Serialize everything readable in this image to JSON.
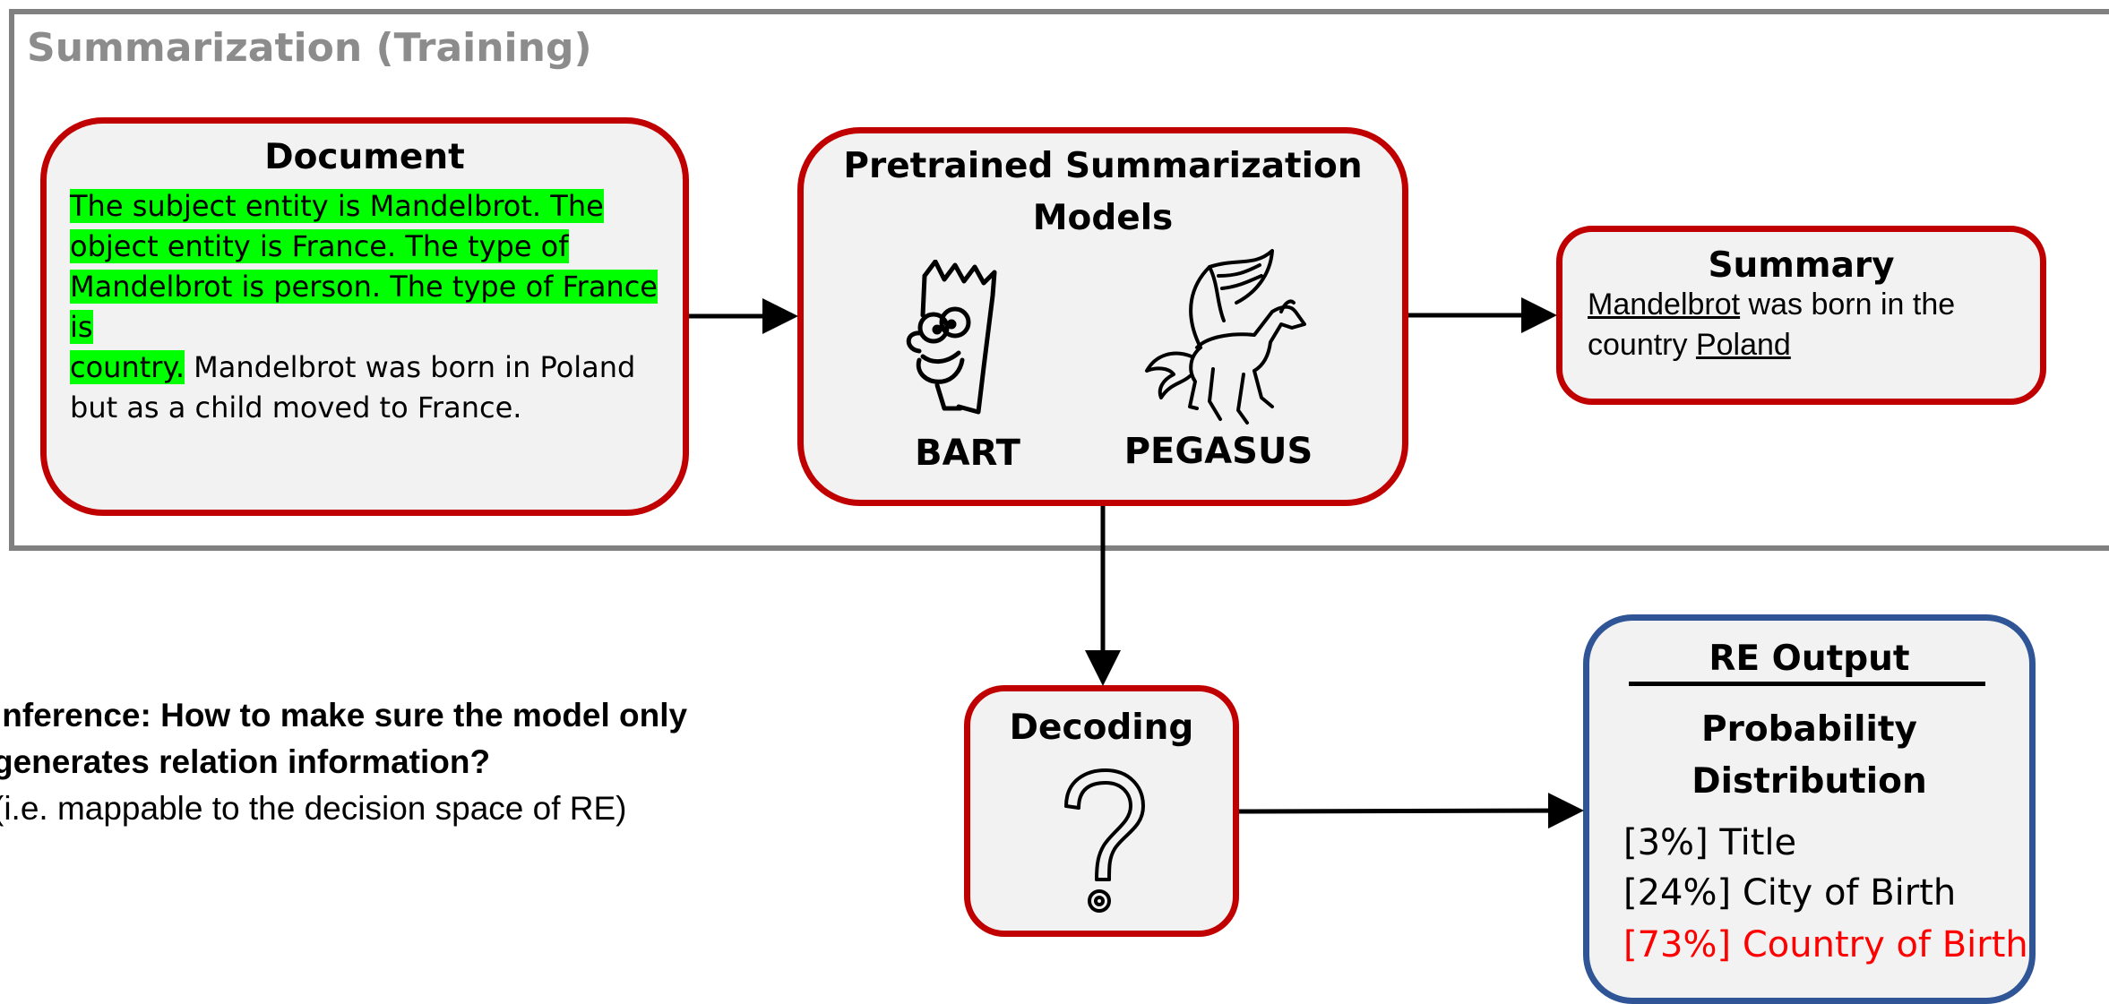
{
  "frame": {
    "title": "Summarization (Training)"
  },
  "document": {
    "title": "Document",
    "highlighted_lines": [
      "The subject entity is Mandelbrot. The",
      "object entity is France. The type of",
      "Mandelbrot is person. The type of France is",
      "country."
    ],
    "rest_line4": " Mandelbrot was born in Poland",
    "rest_line5": "but as a child moved to France."
  },
  "models": {
    "title_line1": "Pretrained Summarization",
    "title_line2": "Models",
    "bart_label": "BART",
    "pegasus_label": "PEGASUS"
  },
  "summary": {
    "title": "Summary",
    "subject": "Mandelbrot",
    "middle": " was born in the country ",
    "object": "Poland"
  },
  "inference": {
    "line1": "Inference: How to make sure the model only",
    "line2": "generates relation information?",
    "line3": "(i.e. mappable to the decision space of RE)"
  },
  "decoding": {
    "title": "Decoding"
  },
  "re_output": {
    "title": "RE Output",
    "subtitle_line1": "Probability",
    "subtitle_line2": "Distribution",
    "items": [
      {
        "label": "[3%] Title",
        "color": "#000000"
      },
      {
        "label": "[24%] City of Birth",
        "color": "#000000"
      },
      {
        "label": "[73%] Country of Birth",
        "color": "#ff0000"
      }
    ]
  },
  "colors": {
    "box_border": "#c00000",
    "re_border": "#2f5597",
    "highlight": "#00ff00",
    "frame": "#808080"
  }
}
